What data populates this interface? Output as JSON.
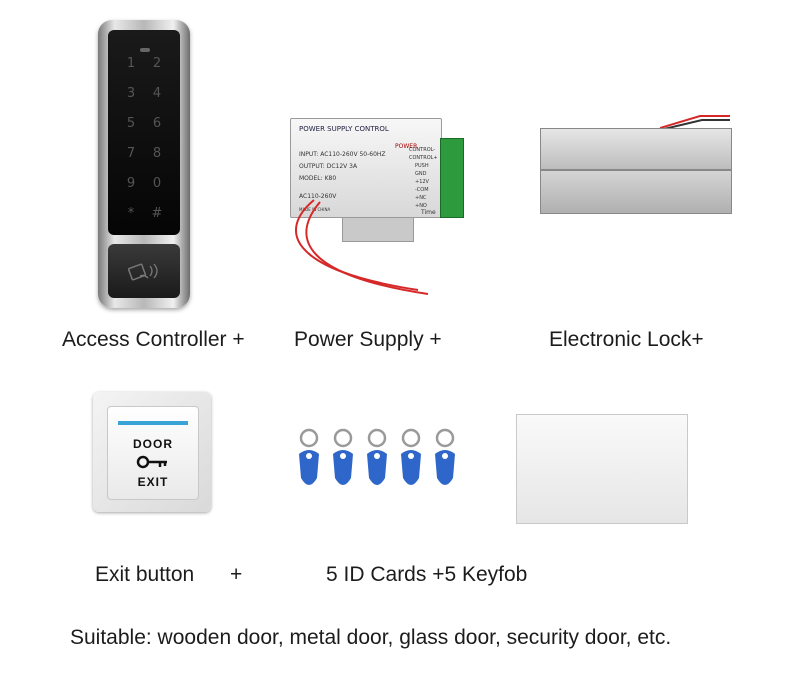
{
  "captions": {
    "access_controller": "Access Controller +",
    "power_supply": "Power Supply +",
    "electronic_lock": "Electronic Lock+",
    "exit_button": "Exit button",
    "exit_button_plus": "+",
    "cards_keyfob": "5 ID Cards +5 Keyfob",
    "suitable": "Suitable: wooden door, metal door, glass door, security door, etc."
  },
  "controller": {
    "keys": [
      "1",
      "2",
      "3",
      "4",
      "5",
      "6",
      "7",
      "8",
      "9",
      "0",
      "*",
      "#"
    ]
  },
  "psu": {
    "title": "POWER SUPPLY CONTROL",
    "power_label": "POWER",
    "input": "INPUT: AC110-260V 50-60HZ",
    "output": "OUTPUT: DC12V 3A",
    "model": "MODEL: K80",
    "ac_label": "AC110-260V",
    "made_in": "MADE IN CHINA",
    "time_label": "Time",
    "terminals": [
      "CONTROL-",
      "CONTROL+",
      "PUSH",
      "GND",
      "+12V",
      "-COM",
      "+NC",
      "+NO"
    ]
  },
  "exit_plate": {
    "door": "DOOR",
    "exit": "EXIT"
  },
  "colors": {
    "keyfob_blue": "#2f66c9",
    "terminal_green": "#2e9a3e",
    "wire_red": "#d62828",
    "exit_stripe": "#3aa4d6"
  }
}
